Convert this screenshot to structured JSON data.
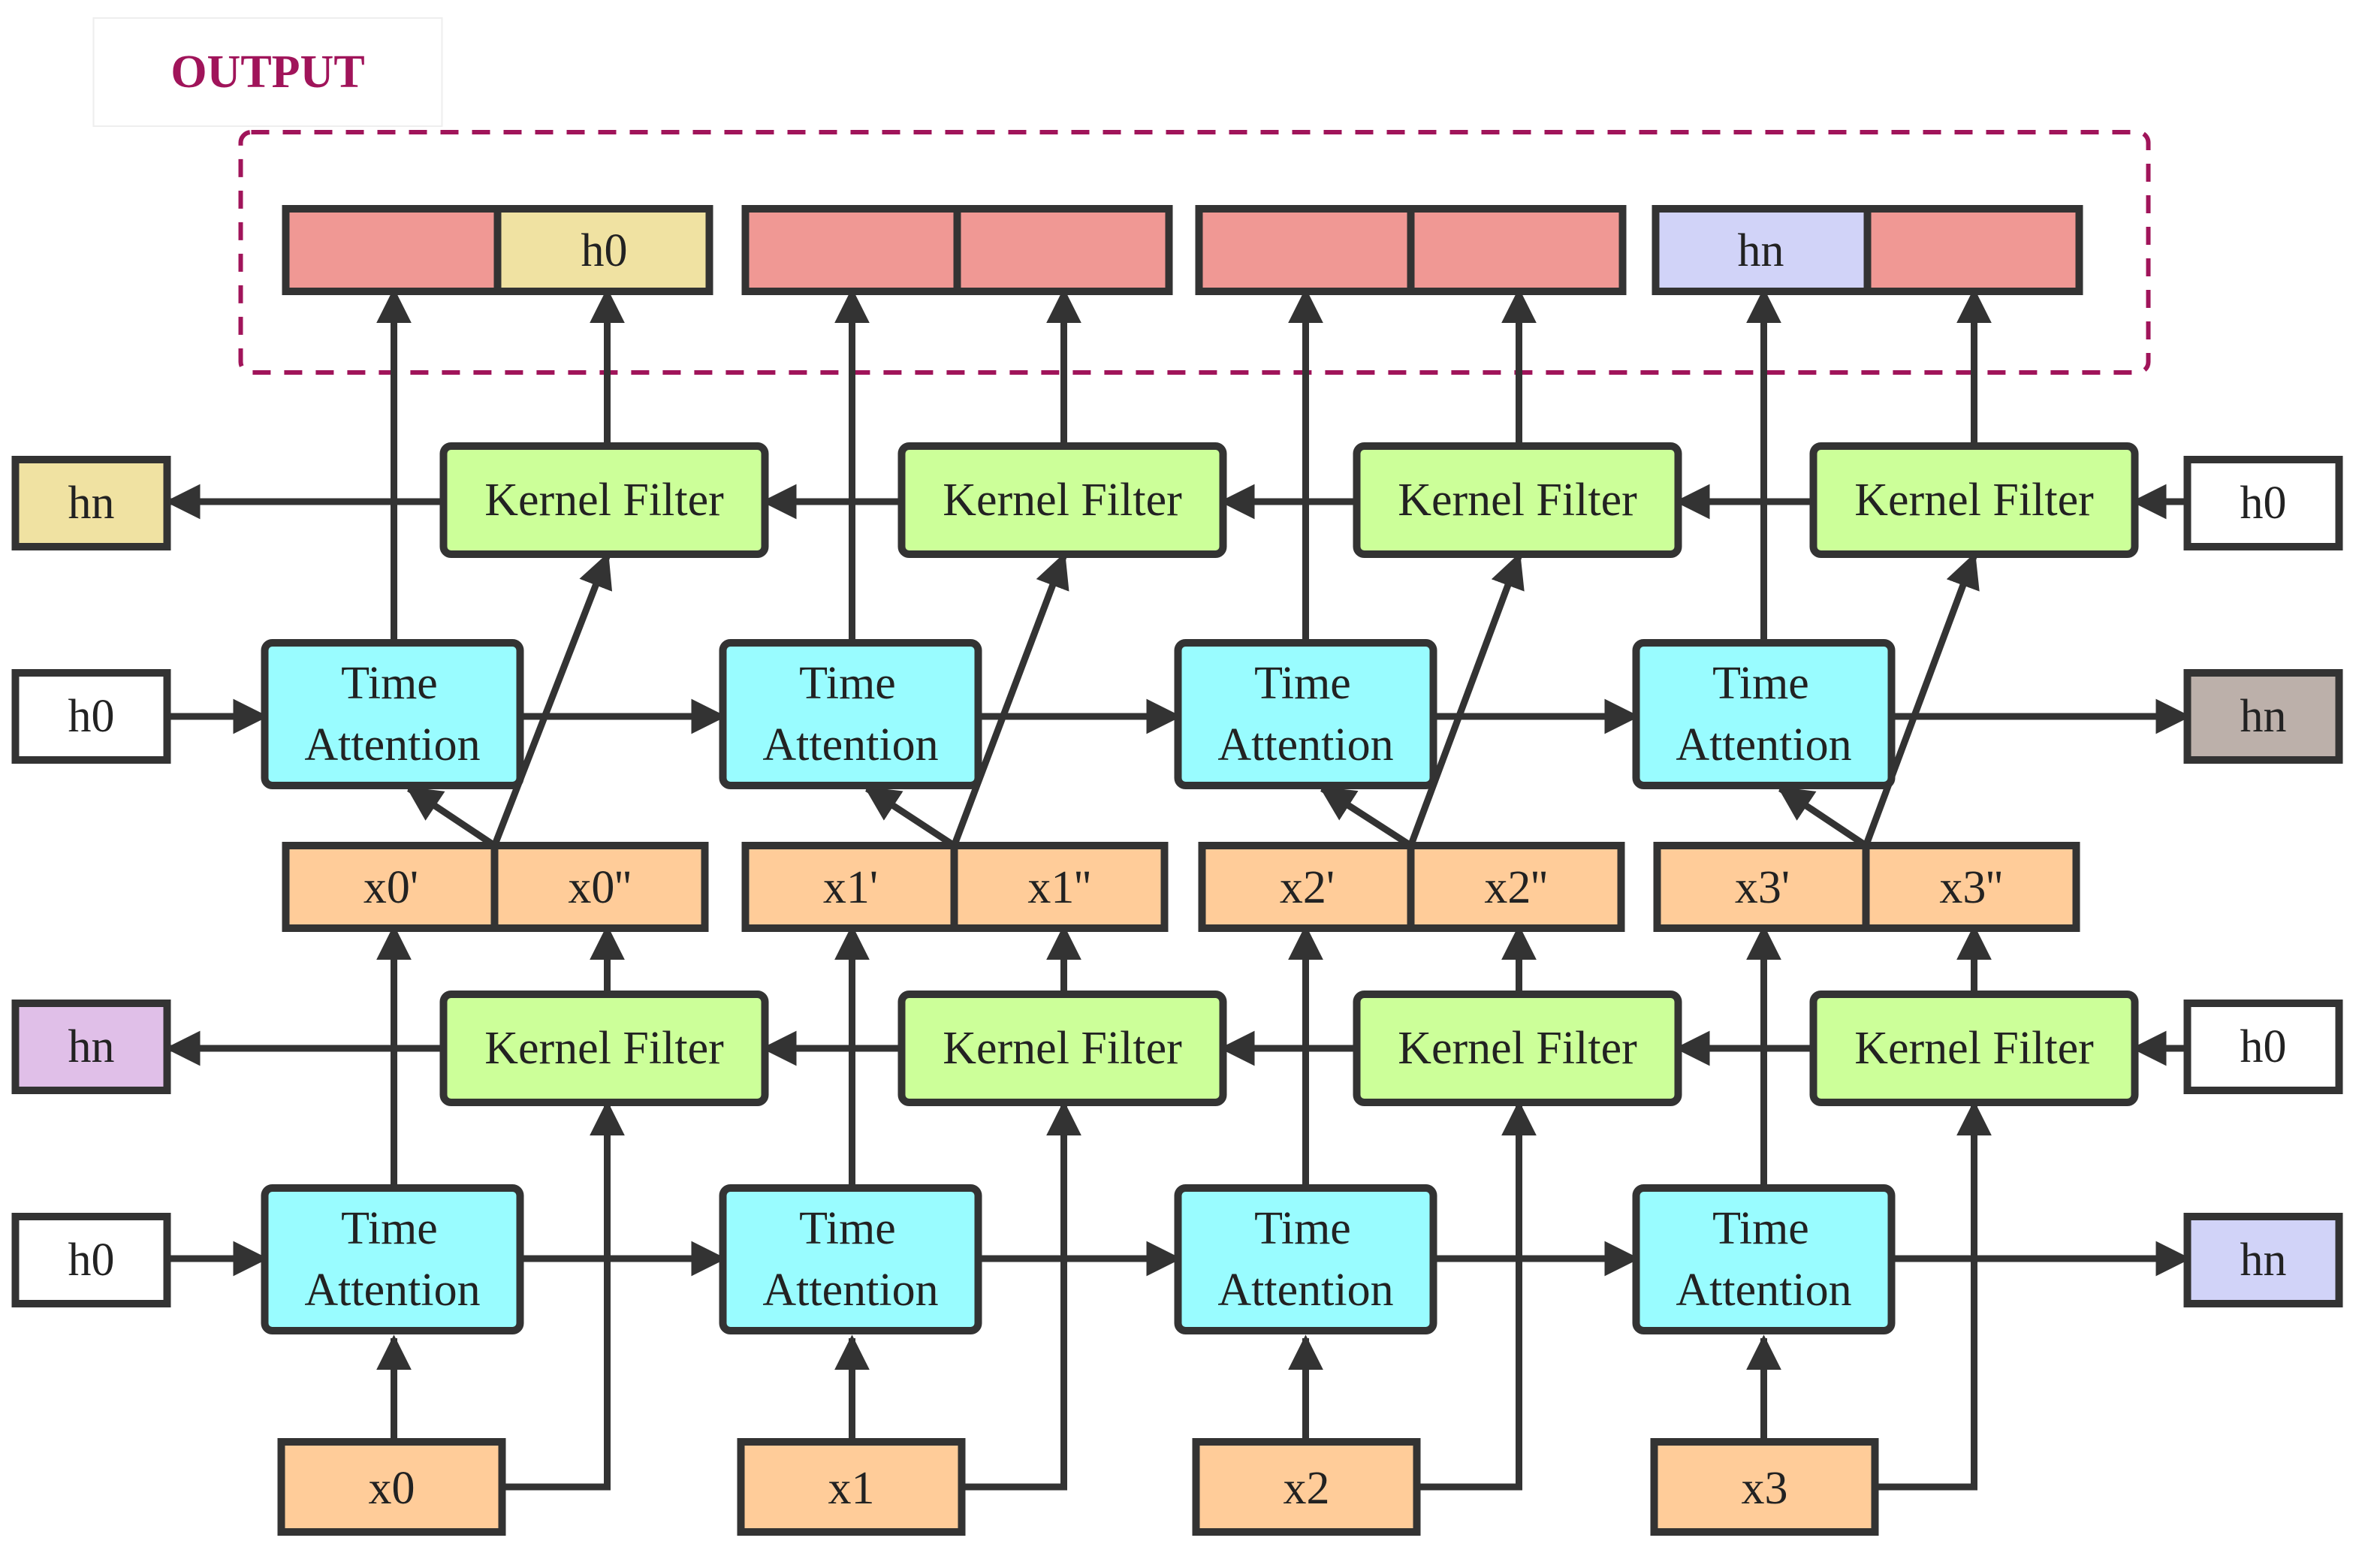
{
  "title": "OUTPUT",
  "colors": {
    "time_attention": "#99fcff",
    "kernel_filter": "#ccff99",
    "input": "#ffcc99",
    "output_red": "#f09894",
    "output_h0": "#f0e2a2",
    "output_hn": "#d1d3f8",
    "state_white": "#ffffff",
    "state_hn_yellow": "#f0e2a2",
    "state_hn_gray": "#bcb0aa",
    "state_hn_purple": "#e0bfe8",
    "state_hn_lavender": "#d1d3f8",
    "dashed_border": "#a0145a",
    "title": "#a0145a"
  },
  "labels": {
    "time_attention_line1": "Time",
    "time_attention_line2": "Attention",
    "kernel_filter": "Kernel Filter"
  },
  "inputs": [
    "x0",
    "x1",
    "x2",
    "x3"
  ],
  "split_features": [
    [
      "x0'",
      "x0''"
    ],
    [
      "x1'",
      "x1''"
    ],
    [
      "x2'",
      "x2''"
    ],
    [
      "x3'",
      "x3''"
    ]
  ],
  "states": {
    "upper_kernel_out": "hn",
    "upper_kernel_in": "h0",
    "upper_attention_in": "h0",
    "upper_attention_out": "hn",
    "lower_kernel_out": "hn",
    "lower_kernel_in": "h0",
    "lower_attention_in": "h0",
    "lower_attention_out": "hn"
  },
  "outputs": [
    [
      "",
      "h0"
    ],
    [
      "",
      ""
    ],
    [
      "",
      ""
    ],
    [
      "hn",
      ""
    ]
  ]
}
